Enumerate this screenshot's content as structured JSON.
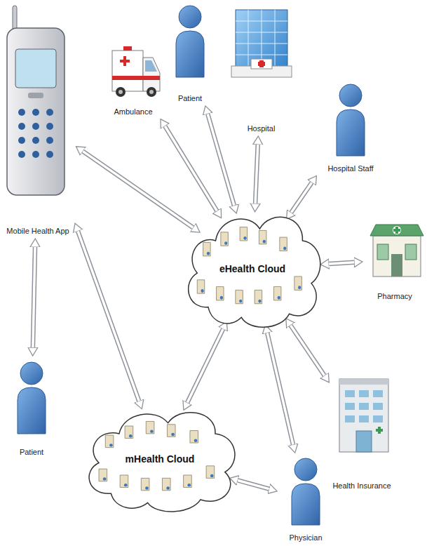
{
  "diagram": {
    "nodes": [
      {
        "text": [
          "Ambulance"
        ]
      },
      {
        "text": [
          "Patient"
        ]
      },
      {
        "text": [
          "Hospital"
        ]
      },
      {
        "text": [
          "Hospital Staff"
        ]
      },
      {
        "text": [
          "Mobile Health App"
        ]
      },
      {
        "text": [
          "eHealth Cloud"
        ]
      },
      {
        "text": [
          "Pharmacy"
        ]
      },
      {
        "text": [
          "Patient"
        ]
      },
      {
        "text": [
          "mHealth Cloud"
        ]
      },
      {
        "text": [
          "Health Insurance"
        ]
      },
      {
        "text": [
          "Physician"
        ]
      }
    ],
    "edges": [
      {
        "from": 4,
        "to": 5,
        "arrow": "both"
      },
      {
        "from": 4,
        "to": 7,
        "arrow": "both"
      },
      {
        "from": 4,
        "to": 8,
        "arrow": "both"
      },
      {
        "from": 5,
        "to": 0,
        "arrow": "both"
      },
      {
        "from": 5,
        "to": 1,
        "arrow": "both"
      },
      {
        "from": 5,
        "to": 2,
        "arrow": "both"
      },
      {
        "from": 5,
        "to": 3,
        "arrow": "both"
      },
      {
        "from": 5,
        "to": 6,
        "arrow": "both"
      },
      {
        "from": 5,
        "to": 9,
        "arrow": "both"
      },
      {
        "from": 5,
        "to": 10,
        "arrow": "both"
      },
      {
        "from": 8,
        "to": 5,
        "arrow": "both"
      },
      {
        "from": 8,
        "to": 10,
        "arrow": "both"
      }
    ]
  }
}
